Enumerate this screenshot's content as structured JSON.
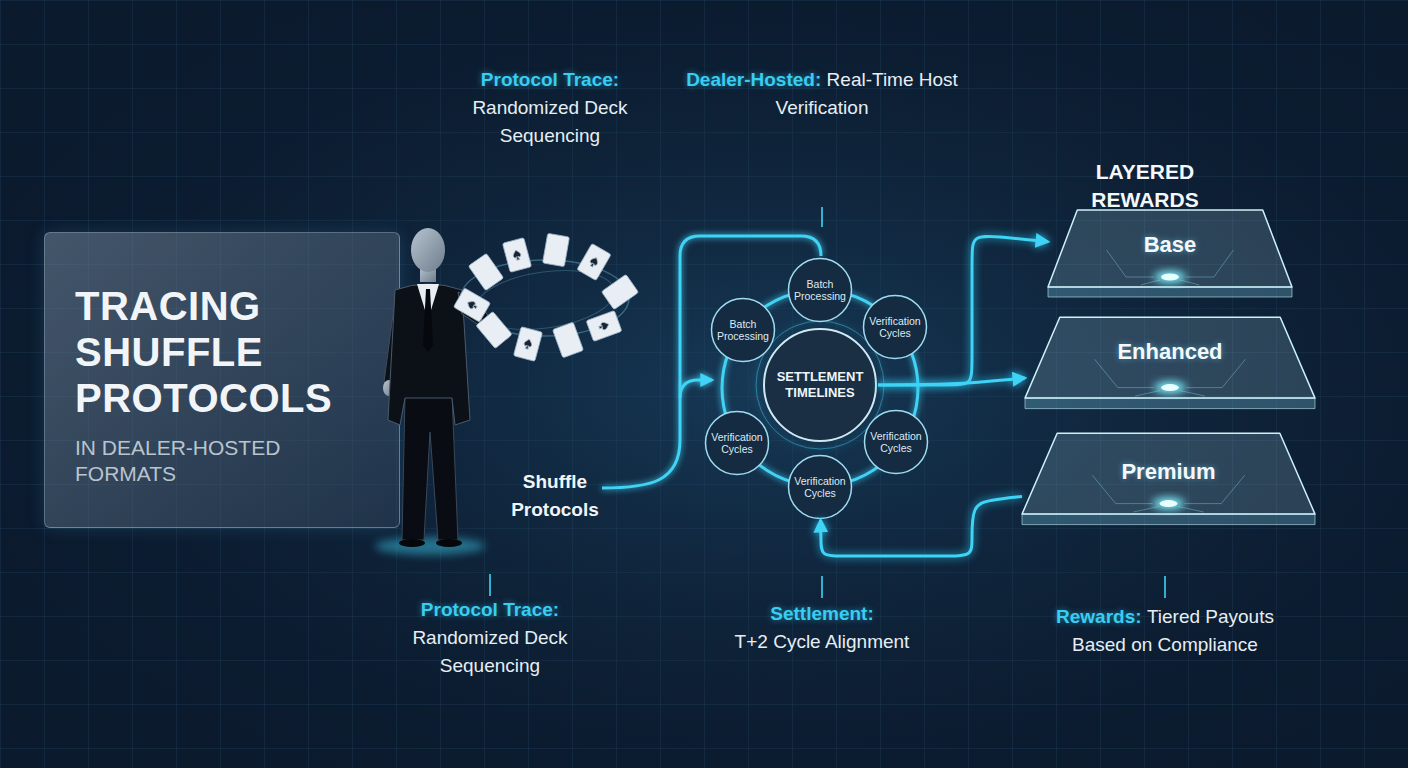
{
  "diagram": {
    "nodes": [
      {
        "text": [
          "TRACING SHUFFLE PROTOCOLS",
          "IN DEALER-HOSTED FORMATS"
        ]
      },
      {
        "text": [
          "SETTLEMENT TIMELINES"
        ]
      },
      {
        "text": [
          "Batch Processing"
        ]
      },
      {
        "text": [
          "Verification Cycles"
        ]
      },
      {
        "text": [
          "Verification Cycles"
        ]
      },
      {
        "text": [
          "Verification Cycles"
        ]
      },
      {
        "text": [
          "Verification Cycles"
        ]
      },
      {
        "text": [
          "Batch Processing"
        ]
      },
      {
        "text": [
          "Base"
        ]
      },
      {
        "text": [
          "Enhanced"
        ]
      },
      {
        "text": [
          "Premium"
        ]
      }
    ],
    "edges": [
      {
        "from": 1,
        "to": 8,
        "arrow": "to"
      },
      {
        "from": 1,
        "to": 9,
        "arrow": "to"
      },
      {
        "from": 10,
        "to": 5,
        "arrow": "to"
      }
    ],
    "labels": [
      "Protocol Trace:",
      "Randomized Deck Sequencing",
      "Dealer-Hosted:",
      "Real-Time Host Verification",
      "LAYERED REWARDS",
      "Shuffle Protocols",
      "Protocol Trace:",
      "Randomized Deck Sequencing",
      "Settlement:",
      "T+2 Cycle Alignment",
      "Rewards:",
      "Tiered Payouts Based on Compliance"
    ]
  }
}
